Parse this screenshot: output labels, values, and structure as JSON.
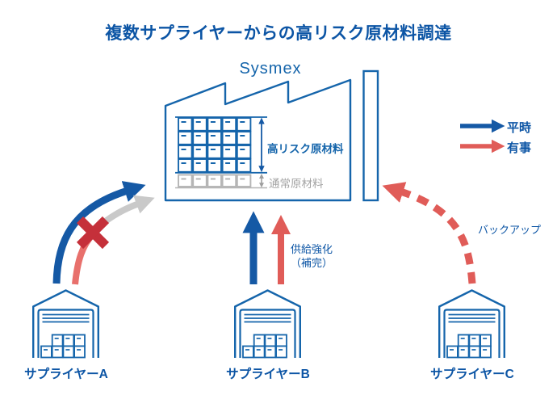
{
  "title": "複数サプライヤーからの高リスク原材料調達",
  "factory": {
    "brand": "Sysmex",
    "high_risk_label": "高リスク原材料",
    "normal_label": "通常原材料",
    "stock": {
      "cols": 5,
      "high_risk_rows": 4,
      "normal_rows": 1
    }
  },
  "legend": {
    "normal_label": "平時",
    "emergency_label": "有事"
  },
  "flows": {
    "supplier_b_note_line1": "供給強化",
    "supplier_b_note_line2": "（補完）",
    "supplier_c_note": "バックアップ"
  },
  "suppliers": [
    {
      "label": "サプライヤーA"
    },
    {
      "label": "サプライヤーB"
    },
    {
      "label": "サプライヤーC"
    }
  ],
  "colors": {
    "primary_blue": "#1565ab",
    "dark_blue_text": "#0c55a5",
    "arrow_blue": "#1559a5",
    "arrow_red": "#e05c58",
    "cut_red": "#c5303a",
    "inactive_gray": "#c9c9c9",
    "normal_stock_gray": "#b5b5b5",
    "gray_text": "#a3a3a3"
  }
}
